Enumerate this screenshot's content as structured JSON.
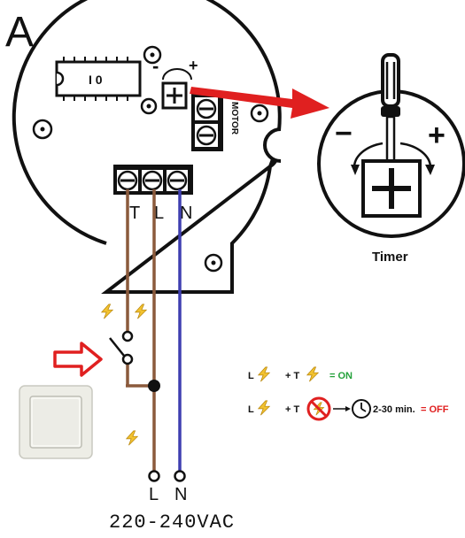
{
  "figure": {
    "panel_label": "A",
    "board": {
      "polarity_minus": "-",
      "polarity_plus": "+",
      "chip_label": "I 0",
      "motor_label": "MOTOR"
    },
    "terminals": {
      "t": "T",
      "l": "L",
      "n": "N"
    },
    "timer": {
      "caption": "Timer",
      "minus": "−",
      "plus": "+"
    },
    "legend": {
      "row_on": {
        "l": "L",
        "plus_t": "+ T",
        "result": "= ON"
      },
      "row_off": {
        "l": "L",
        "plus_t": "+ T",
        "duration": "2-30 min.",
        "result": "= OFF"
      }
    },
    "supply": {
      "l": "L",
      "n": "N",
      "voltage": "220-240VAC"
    },
    "colors": {
      "brown_wire": "#8B5A3C",
      "neutral_wire": "#3F3FB0",
      "arrow_red": "#E02020",
      "bolt_yellow": "#F2C230",
      "on_green": "#23A13A",
      "off_red": "#E02020"
    },
    "icons": [
      "screwdriver-icon",
      "lightning-bolt-icon",
      "clock-icon",
      "prohibited-icon",
      "wall-switch-icon",
      "hollow-arrow-icon"
    ]
  }
}
